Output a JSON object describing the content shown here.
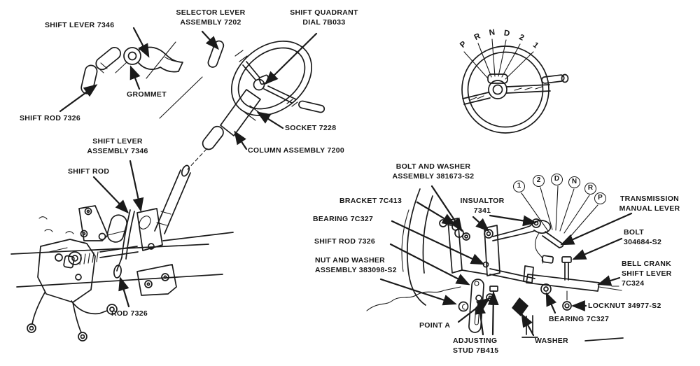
{
  "palette": {
    "background": "#ffffff",
    "ink": "#1a1a1a"
  },
  "labels": {
    "shift_lever_top": "SHIFT LEVER 7346",
    "selector_lever": "SELECTOR LEVER\nASSEMBLY 7202",
    "shift_quadrant": "SHIFT QUADRANT\nDIAL 7B033",
    "grommet": "GROMMET",
    "shift_rod_top": "SHIFT ROD 7326",
    "socket": "SOCKET 7228",
    "column_assembly": "COLUMN ASSEMBLY 7200",
    "shift_lever_assembly": "SHIFT LEVER\nASSEMBLY 7346",
    "shift_rod_mid": "SHIFT ROD",
    "rod": "ROD 7326",
    "bolt_and_washer": "BOLT AND WASHER\nASSEMBLY 381673-S2",
    "bracket": "BRACKET 7C413",
    "insulator": "INSUALTOR\n7341",
    "transmission_manual_lever": "TRANSMISSION\nMANUAL LEVER",
    "bolt": "BOLT\n304684-S2",
    "bell_crank": "BELL CRANK\nSHIFT LEVER\n7C324",
    "locknut": "LOCKNUT 34977-S2",
    "bearing_right": "BEARING 7C327",
    "washer": "WASHER",
    "bearing_left": "BEARING 7C327",
    "shift_rod_right": "SHIFT ROD 7326",
    "nut_and_washer": "NUT AND WASHER\nASSEMBLY 383098-S2",
    "point_a": "POINT A",
    "adjusting_stud": "ADJUSTING\nSTUD 7B415"
  },
  "steering_wheel_quadrant": {
    "letters": [
      "P",
      "R",
      "N",
      "D",
      "2",
      "1"
    ]
  },
  "shift_position_callouts": {
    "letters": [
      "1",
      "2",
      "D",
      "N",
      "R",
      "P"
    ]
  }
}
